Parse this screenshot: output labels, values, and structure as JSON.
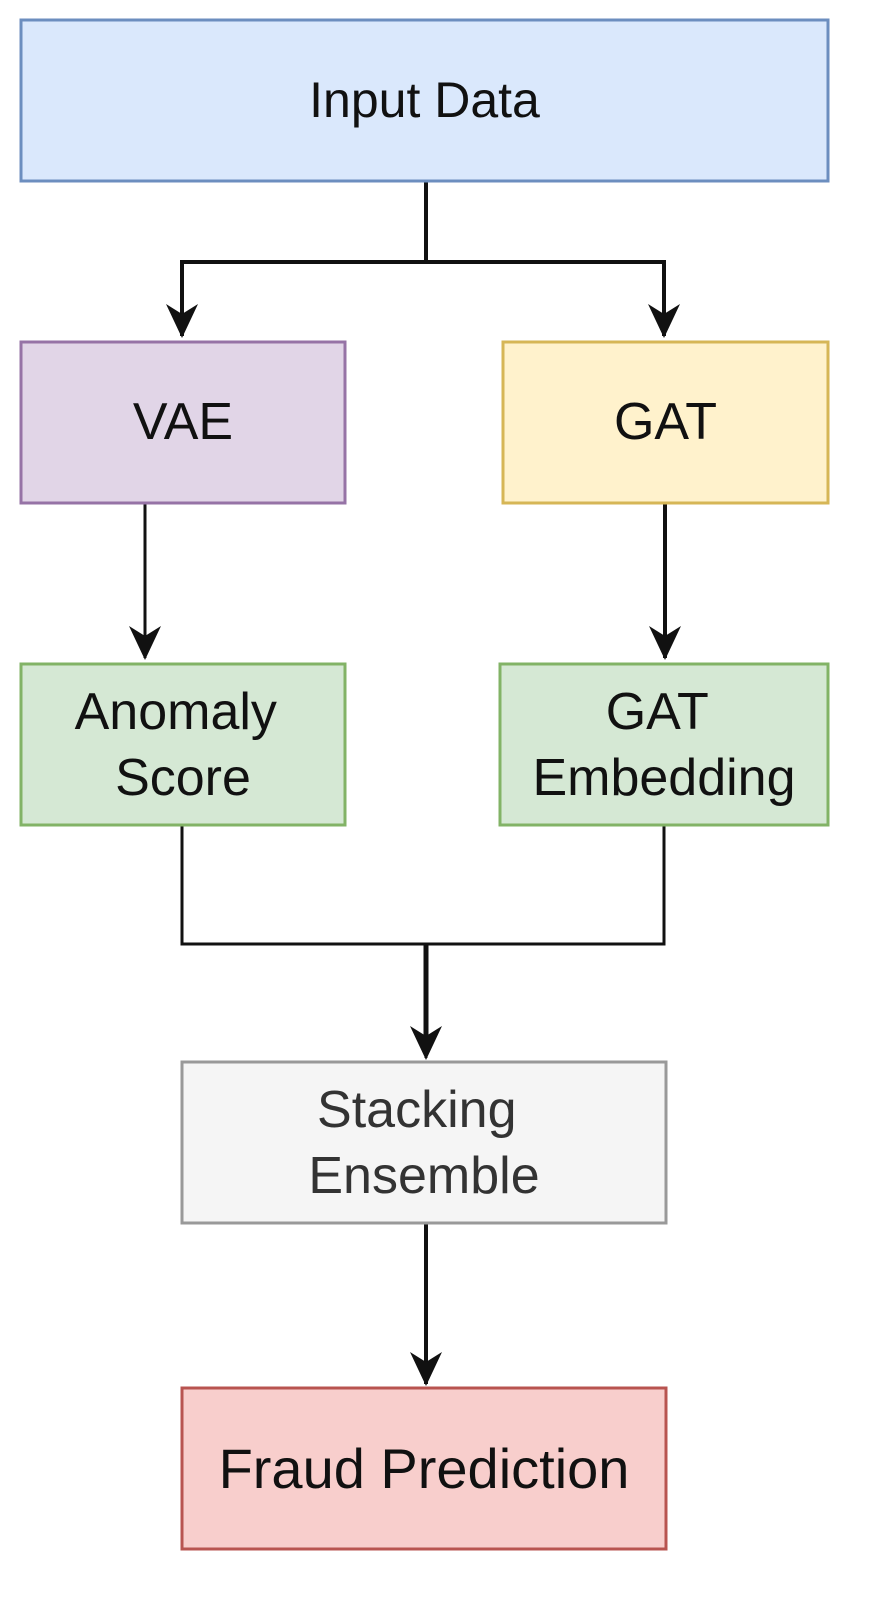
{
  "colors": {
    "blue_fill": "#dae8fc",
    "blue_stroke": "#6c8ebf",
    "purple_fill": "#e1d5e7",
    "purple_stroke": "#9673a6",
    "yellow_fill": "#fff2cc",
    "yellow_stroke": "#d6b656",
    "green_fill": "#d5e8d4",
    "green_stroke": "#82b366",
    "gray_fill": "#f5f5f5",
    "gray_stroke": "#999999",
    "gray_text": "#333333",
    "red_fill": "#f8cecc",
    "red_stroke": "#b85450",
    "edge": "#111111"
  },
  "nodes": {
    "input_data": {
      "lines": [
        "Input Data"
      ]
    },
    "vae": {
      "lines": [
        "VAE"
      ]
    },
    "gat": {
      "lines": [
        "GAT"
      ]
    },
    "anomaly_score": {
      "lines": [
        "Anomaly",
        "Score"
      ]
    },
    "gat_embedding": {
      "lines": [
        "GAT",
        "Embedding"
      ]
    },
    "stacking_ensemble": {
      "lines": [
        "Stacking",
        "Ensemble"
      ]
    },
    "fraud_prediction": {
      "lines": [
        "Fraud Prediction"
      ]
    }
  }
}
